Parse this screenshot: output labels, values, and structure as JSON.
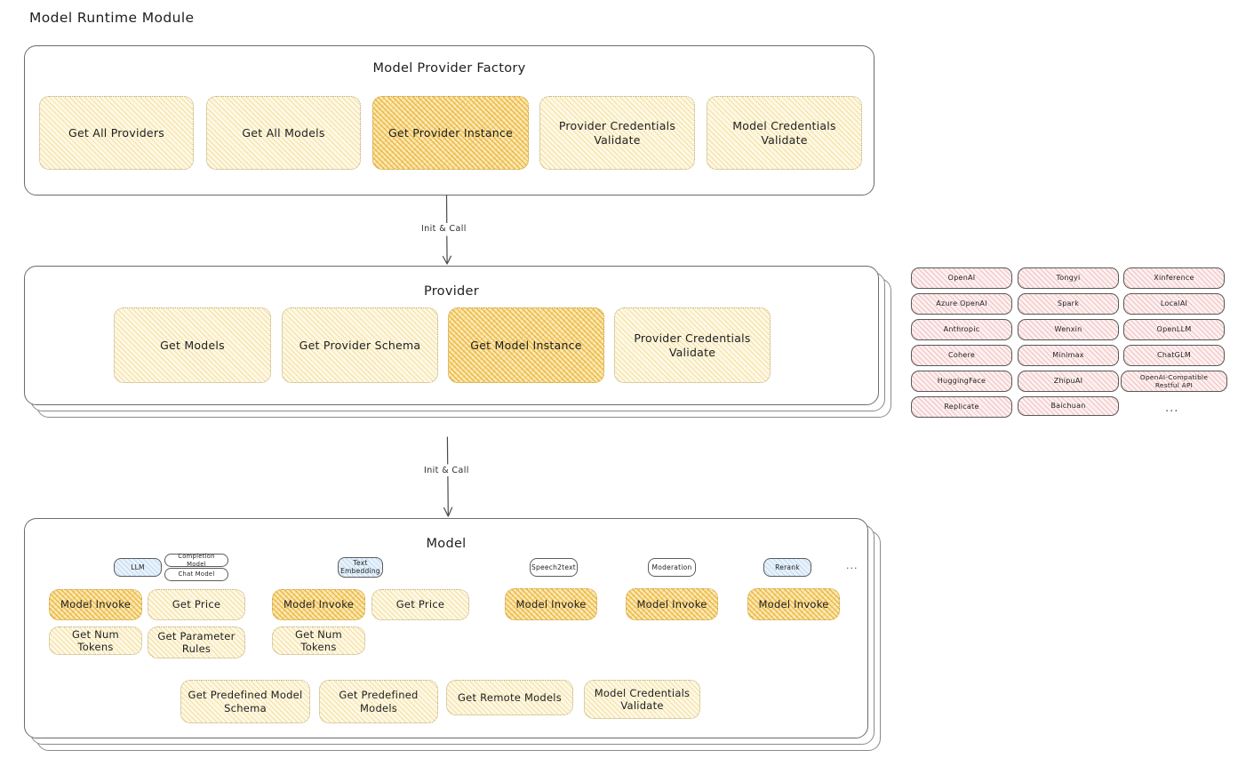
{
  "page": {
    "title": "Model Runtime Module"
  },
  "factory": {
    "title": "Model Provider Factory",
    "nodes": [
      {
        "label": "Get All Providers",
        "highlight": false
      },
      {
        "label": "Get All Models",
        "highlight": false
      },
      {
        "label": "Get Provider Instance",
        "highlight": true
      },
      {
        "label": "Provider Credentials Validate",
        "highlight": false
      },
      {
        "label": "Model Credentials Validate",
        "highlight": false
      }
    ]
  },
  "arrows": [
    {
      "label": "Init & Call"
    },
    {
      "label": "Init & Call"
    }
  ],
  "provider": {
    "title": "Provider",
    "nodes": [
      {
        "label": "Get Models",
        "highlight": false
      },
      {
        "label": "Get Provider Schema",
        "highlight": false
      },
      {
        "label": "Get Model Instance",
        "highlight": true
      },
      {
        "label": "Provider Credentials Validate",
        "highlight": false
      }
    ]
  },
  "provider_list": {
    "columns": [
      [
        "OpenAI",
        "Azure OpenAI",
        "Anthropic",
        "Cohere",
        "HuggingFace",
        "Replicate"
      ],
      [
        "Tongyi",
        "Spark",
        "Wenxin",
        "Minimax",
        "ZhipuAI",
        "Baichuan"
      ],
      [
        "Xinference",
        "LocalAI",
        "OpenLLM",
        "ChatGLM",
        "OpenAI-Compatible Restful API"
      ]
    ],
    "more": "..."
  },
  "model": {
    "title": "Model",
    "more": "...",
    "types": [
      {
        "badge": "LLM",
        "badge_style": "blue",
        "sub_badges": [
          "Completion Model",
          "Chat Model"
        ],
        "methods": [
          {
            "label": "Model Invoke",
            "highlight": true
          },
          {
            "label": "Get Price",
            "highlight": false
          },
          {
            "label": "Get Num Tokens",
            "highlight": false
          },
          {
            "label": "Get Parameter Rules",
            "highlight": false
          }
        ]
      },
      {
        "badge": "Text Embedding",
        "badge_style": "blue",
        "sub_badges": [],
        "methods": [
          {
            "label": "Model Invoke",
            "highlight": true
          },
          {
            "label": "Get Price",
            "highlight": false
          },
          {
            "label": "Get Num Tokens",
            "highlight": false
          }
        ]
      },
      {
        "badge": "Speech2text",
        "badge_style": "plain",
        "sub_badges": [],
        "methods": [
          {
            "label": "Model Invoke",
            "highlight": true
          }
        ]
      },
      {
        "badge": "Moderation",
        "badge_style": "plain",
        "sub_badges": [],
        "methods": [
          {
            "label": "Model Invoke",
            "highlight": true
          }
        ]
      },
      {
        "badge": "Rerank",
        "badge_style": "blue",
        "sub_badges": [],
        "methods": [
          {
            "label": "Model Invoke",
            "highlight": true
          }
        ]
      }
    ],
    "shared_methods": [
      {
        "label": "Get Predefined Model Schema"
      },
      {
        "label": "Get Predefined Models"
      },
      {
        "label": "Get Remote Models"
      },
      {
        "label": "Model Credentials Validate"
      }
    ]
  },
  "colors": {
    "highlight_fill": "#f0c95e",
    "light_fill": "#fdf8e6",
    "provider_chip": "#fdf0f0",
    "badge_blue": "#e8f2fb",
    "stroke": "#6b6b6b"
  }
}
